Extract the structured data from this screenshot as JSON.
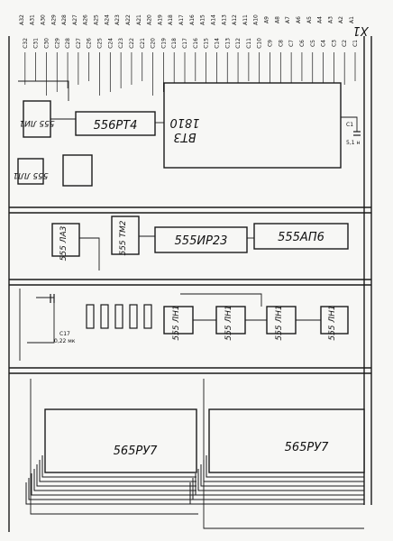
{
  "connector": {
    "label": "X1"
  },
  "top_pins": {
    "row_a": [
      "A1",
      "A2",
      "A3",
      "A4",
      "A5",
      "A6",
      "A7",
      "A8",
      "A9",
      "A10",
      "A11",
      "A12",
      "A13",
      "A14",
      "A15",
      "A16",
      "A17",
      "A18",
      "A19",
      "A20",
      "A21",
      "A22",
      "A23",
      "A24",
      "A25",
      "A26",
      "A27",
      "A28",
      "A29",
      "A30",
      "A31",
      "A32"
    ],
    "row_c": [
      "C1",
      "C2",
      "C3",
      "C4",
      "C5",
      "C6",
      "C7",
      "C8",
      "C9",
      "C10",
      "C11",
      "C12",
      "C13",
      "C14",
      "C15",
      "C16",
      "C17",
      "C18",
      "C19",
      "C20",
      "C21",
      "C22",
      "C23",
      "C24",
      "C25",
      "C26",
      "C27",
      "C28",
      "C29",
      "C30",
      "C31",
      "C32"
    ]
  },
  "chips": {
    "rom": "556РТ4",
    "cpu_number": "1810",
    "cpu_suffix": "ВТ3",
    "reg": "555ИР23",
    "ap6": "555АП6",
    "la3": "555 ЛА3",
    "tm2": "555 ТМ2",
    "ln1_a": "555 ЛН1",
    "ln1_b": "555 ЛН1",
    "ln1_c": "555 ЛН1",
    "ln1_d": "555 ЛН1",
    "ram_left": "565РУ7",
    "ram_right": "565РУ7",
    "small_left_1": "555 ЛИ1",
    "small_left_2": "555 ЛЛ1"
  },
  "components": {
    "c1": "C1",
    "c1_value": "5,1 н",
    "c17": "C17",
    "c17_value": "0,22 мк"
  },
  "colors": {
    "ink": "#1a1a1a",
    "paper": "#f7f7f5"
  }
}
